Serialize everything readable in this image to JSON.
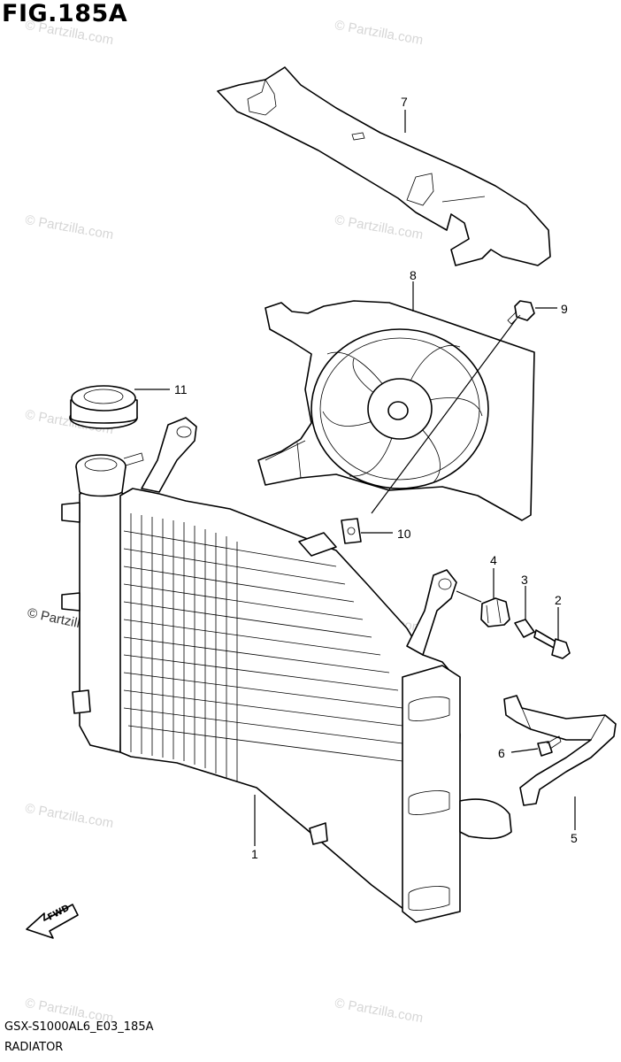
{
  "figure": {
    "title": "FIG.185A",
    "code": "GSX-S1000AL6_E03_185A",
    "name": "RADIATOR"
  },
  "watermark": {
    "text": "© Partzilla.com"
  },
  "fwd_label": "FWD",
  "callouts": [
    {
      "number": "1",
      "part": "radiator"
    },
    {
      "number": "2",
      "part": "bolt"
    },
    {
      "number": "3",
      "part": "collar"
    },
    {
      "number": "4",
      "part": "grommet"
    },
    {
      "number": "5",
      "part": "bracket"
    },
    {
      "number": "6",
      "part": "bolt"
    },
    {
      "number": "7",
      "part": "cover"
    },
    {
      "number": "8",
      "part": "fan"
    },
    {
      "number": "9",
      "part": "bolt"
    },
    {
      "number": "10",
      "part": "nut"
    },
    {
      "number": "11",
      "part": "cap"
    }
  ]
}
